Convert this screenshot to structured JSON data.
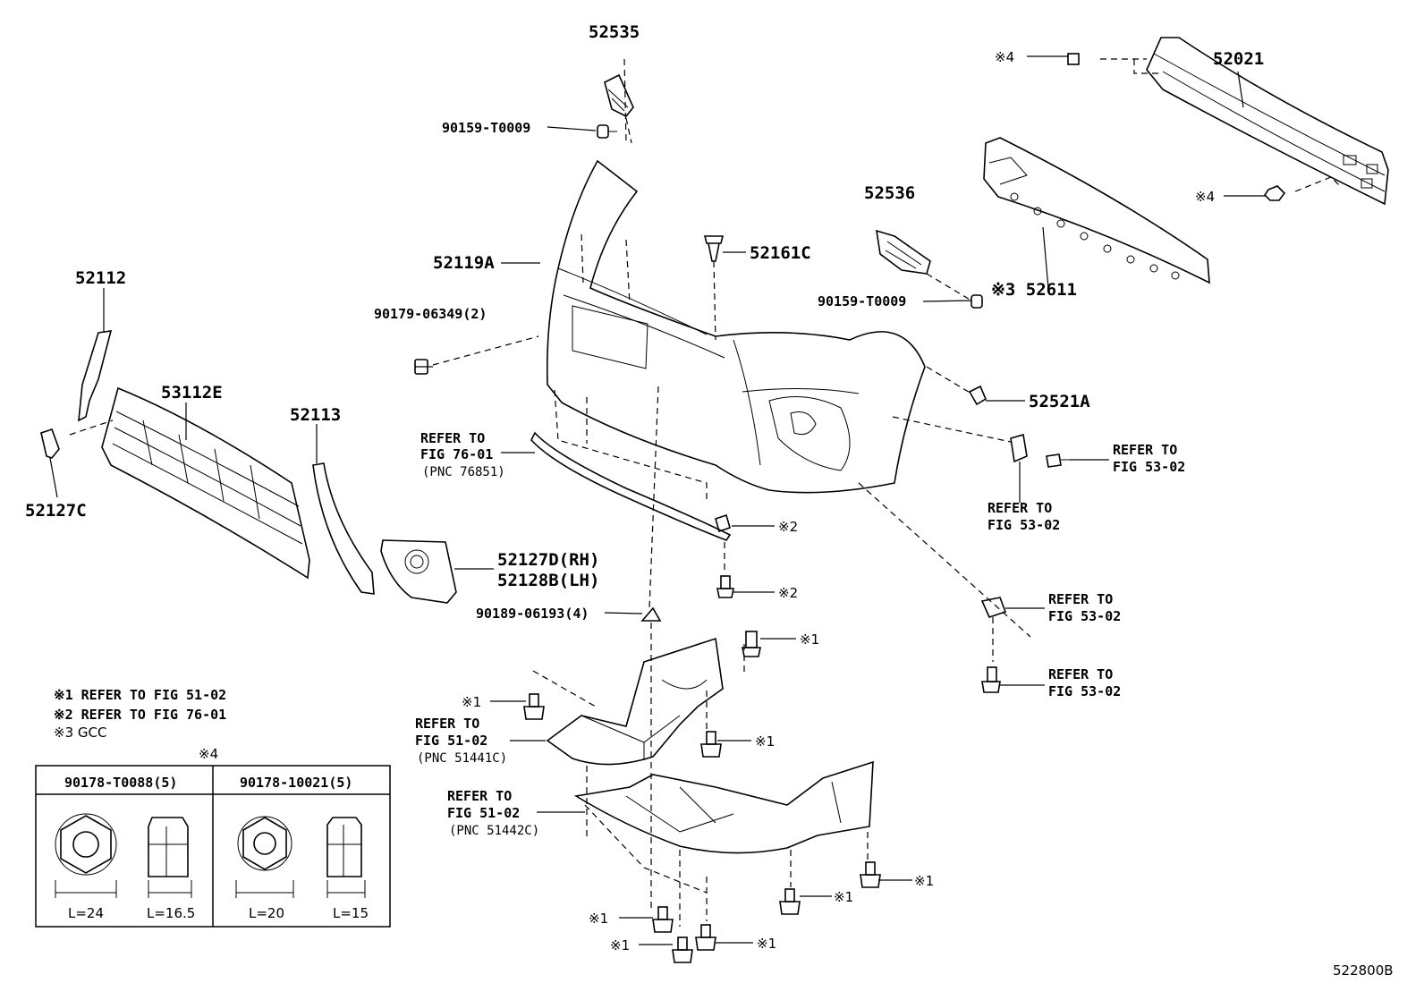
{
  "diagram_code": "522800B",
  "labels": {
    "p52535": "52535",
    "p52021": "52021",
    "n4_top": "※4",
    "n4_mid": "※4",
    "bolt_t0009_a": "90159-T0009",
    "bolt_t0009_b": "90159-T0009",
    "p52536": "52536",
    "p52161c": "52161C",
    "p52119a": "52119A",
    "p52611": "※3 52611",
    "p52112": "52112",
    "clip_06349": "90179-06349(2)",
    "p53112e": "53112E",
    "p52113": "52113",
    "p52521a": "52521A",
    "p52127c": "52127C",
    "p52127d": "52127D(RH)",
    "p52128b": "52128B(LH)",
    "nut_06193": "90189-06193(4)",
    "n2_a": "※2",
    "n2_b": "※2",
    "n1_a": "※1",
    "n1_b": "※1",
    "n1_c": "※1",
    "n1_d": "※1",
    "n1_e": "※1",
    "n1_f": "※1",
    "n1_g": "※1",
    "n1_h": "※1"
  },
  "refs": {
    "fig7601_l1": "REFER TO",
    "fig7601_l2": "FIG 76-01",
    "fig7601_l3": "(PNC 76851)",
    "r5302a_l1": "REFER TO",
    "r5302a_l2": "FIG 53-02",
    "r5302b_l1": "REFER TO",
    "r5302b_l2": "FIG 53-02",
    "r5302c_l1": "REFER TO",
    "r5302c_l2": "FIG 53-02",
    "r5302d_l1": "REFER TO",
    "r5302d_l2": "FIG 53-02",
    "r5102a_l1": "REFER TO",
    "r5102a_l2": "FIG 51-02",
    "r5102a_l3": "(PNC 51441C)",
    "r5102b_l1": "REFER TO",
    "r5102b_l2": "FIG 51-02",
    "r5102b_l3": "(PNC 51442C)"
  },
  "notes": {
    "n1": "※1 REFER TO FIG 51-02",
    "n2": "※2 REFER TO FIG 76-01",
    "n3": "※3 GCC"
  },
  "table": {
    "title": "※4",
    "col1_header": "90178-T0088(5)",
    "col2_header": "90178-10021(5)",
    "dim1": "L=24",
    "dim2": "L=16.5",
    "dim3": "L=20",
    "dim4": "L=15"
  }
}
